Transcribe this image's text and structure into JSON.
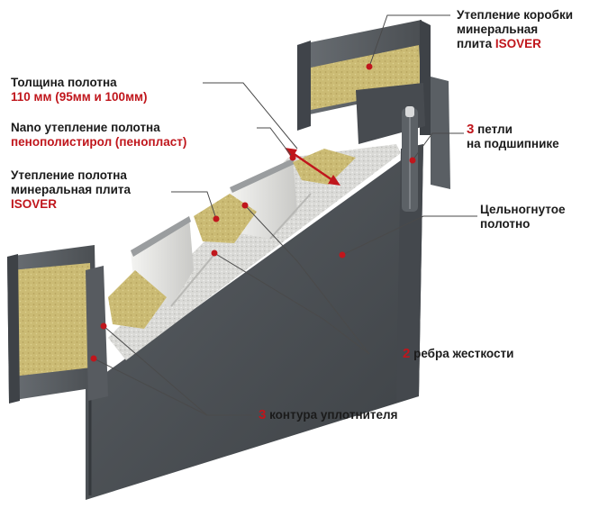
{
  "labels": {
    "box_insulation": {
      "line1": "Утепление коробки",
      "line2": "минеральная",
      "line3_prefix": "плита ",
      "line3_brand": "ISOVER"
    },
    "leaf_thickness": {
      "line1": "Толщина полотна",
      "line2": "110 мм (95мм и 100мм)"
    },
    "nano_insulation": {
      "line1": "Nano утепление полотна",
      "line2": "пенополистирол (пенопласт)"
    },
    "leaf_insulation": {
      "line1": "Утепление полотна",
      "line2": "минеральная плита",
      "line3": "ISOVER"
    },
    "hinges": {
      "count": "3",
      "line1_rest": " петли",
      "line2": "на подшипнике"
    },
    "bent_leaf": {
      "line1": "Цельногнутое",
      "line2": "полотно"
    },
    "ribs": {
      "count": "2",
      "rest": " ребра жесткости"
    },
    "seals": {
      "count": "3",
      "rest": " контура уплотнителя"
    }
  },
  "colors": {
    "accent": "#c0161c",
    "steel": "#4f5459",
    "wool": "#c9b873",
    "foam": "#d9d9d6"
  }
}
